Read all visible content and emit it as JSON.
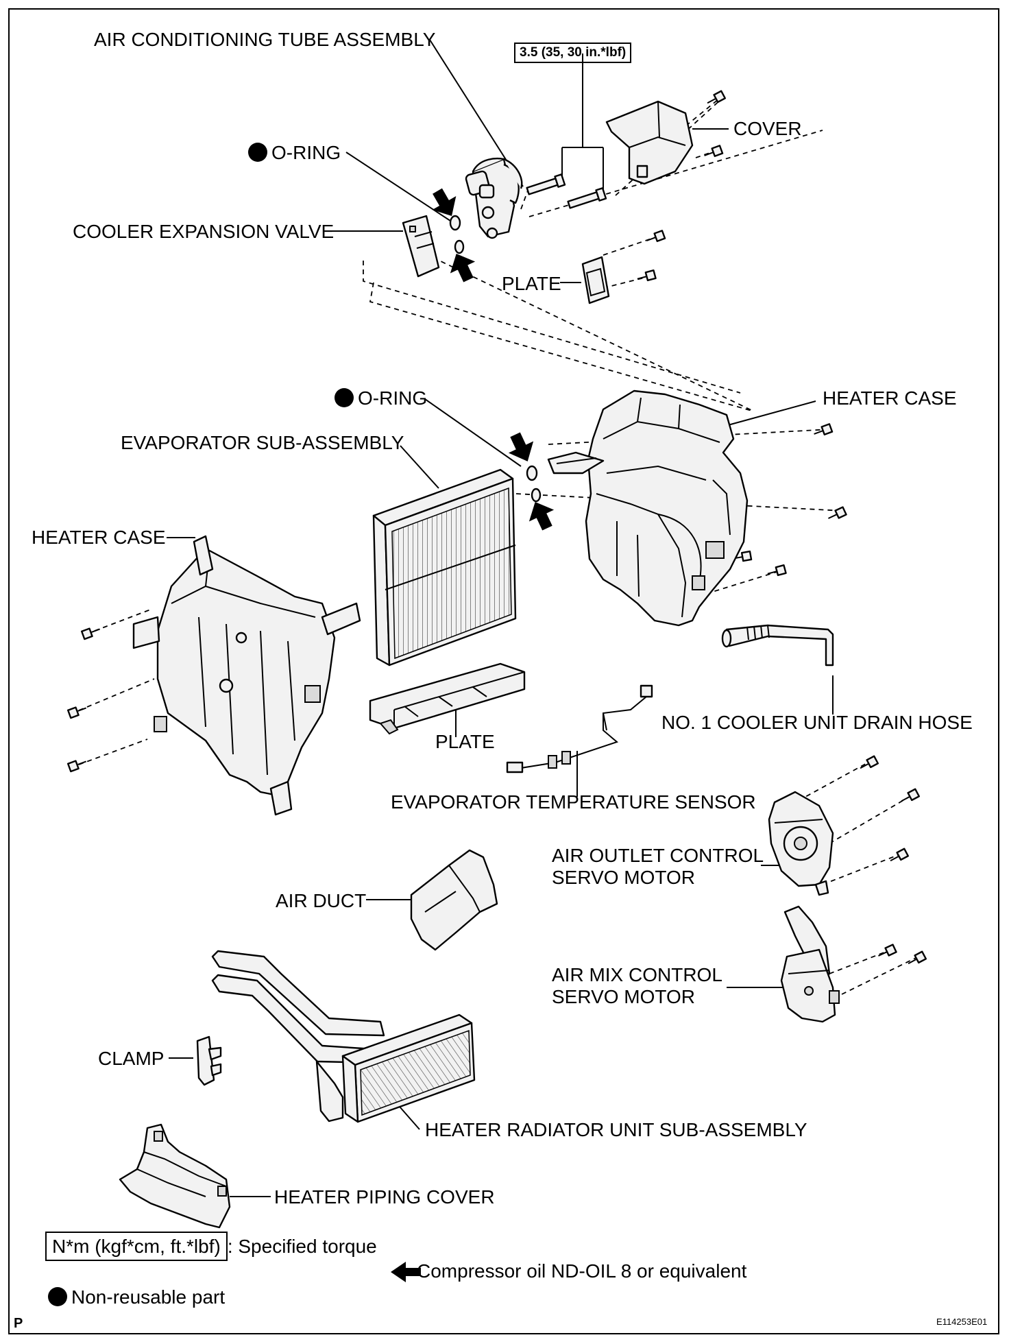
{
  "labels": {
    "air_conditioning_tube_assembly": "AIR CONDITIONING TUBE ASSEMBLY",
    "torque_value": "3.5 (35, 30 in.*lbf)",
    "cover": "COVER",
    "o_ring_upper": "O-RING",
    "cooler_expansion_valve": "COOLER EXPANSION VALVE",
    "plate_upper": "PLATE",
    "o_ring_middle": "O-RING",
    "heater_case_right": "HEATER CASE",
    "evaporator_sub_assembly": "EVAPORATOR SUB-ASSEMBLY",
    "heater_case_left": "HEATER CASE",
    "no1_cooler_unit_drain_hose": "NO. 1 COOLER UNIT DRAIN HOSE",
    "plate_lower": "PLATE",
    "evaporator_temperature_sensor": "EVAPORATOR TEMPERATURE SENSOR",
    "air_outlet_control_servo_motor": [
      "AIR OUTLET CONTROL",
      "SERVO MOTOR"
    ],
    "air_duct": "AIR DUCT",
    "air_mix_control_servo_motor": [
      "AIR MIX CONTROL",
      "SERVO MOTOR"
    ],
    "clamp": "CLAMP",
    "heater_radiator_unit_sub_assembly": "HEATER RADIATOR UNIT SUB-ASSEMBLY",
    "heater_piping_cover": "HEATER PIPING COVER"
  },
  "legend": {
    "torque_units": "N*m (kgf*cm, ft.*lbf)",
    "torque_desc": ": Specified torque",
    "non_reusable": "Non-reusable part",
    "compressor_oil": "Compressor oil ND-OIL 8 or equivalent"
  },
  "footer": {
    "page_letter": "P",
    "figure_id": "E114253E01"
  }
}
